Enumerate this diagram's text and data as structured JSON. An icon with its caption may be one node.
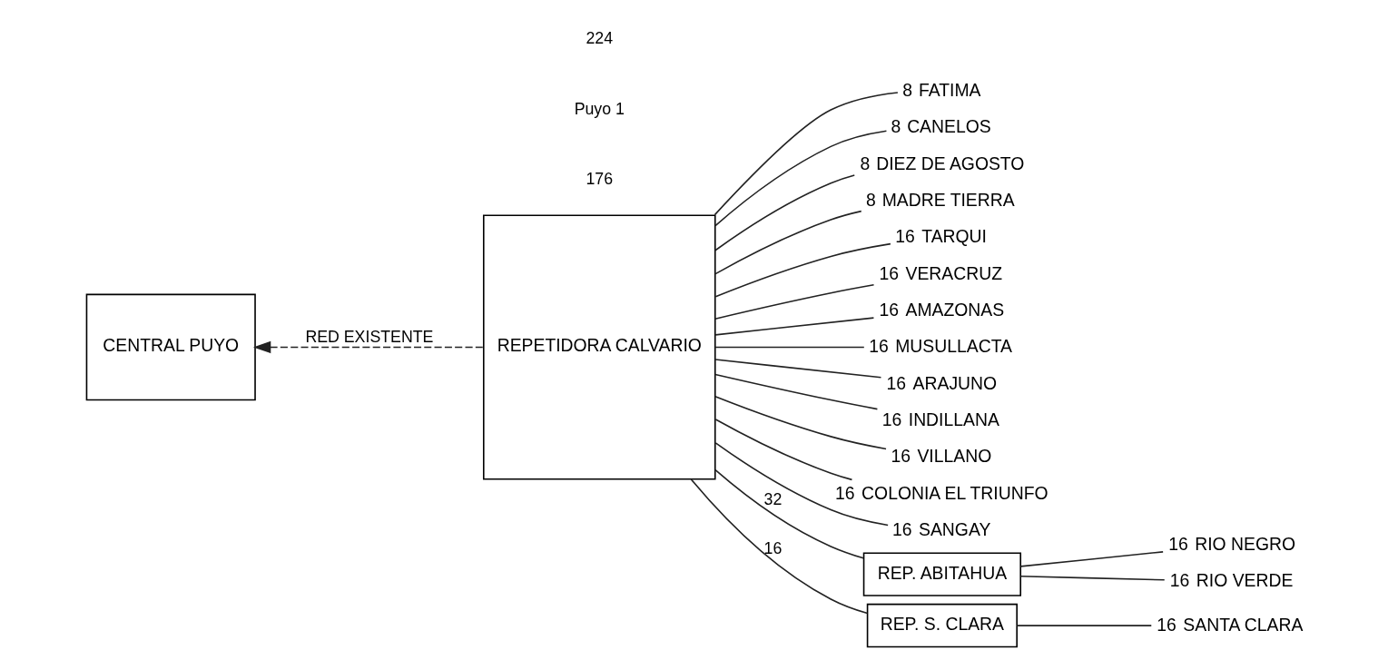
{
  "diagram": {
    "nodes": [
      {
        "text": [
          "CENTRAL PUYO"
        ]
      },
      {
        "text": [
          "REPETIDORA CALVARIO"
        ]
      },
      {
        "text": [
          "FATIMA"
        ],
        "beside": [
          "8"
        ]
      },
      {
        "text": [
          "CANELOS"
        ],
        "beside": [
          "8"
        ]
      },
      {
        "text": [
          "DIEZ DE AGOSTO"
        ],
        "beside": [
          "8"
        ]
      },
      {
        "text": [
          "MADRE TIERRA"
        ],
        "beside": [
          "8"
        ]
      },
      {
        "text": [
          "TARQUI"
        ],
        "beside": [
          "16"
        ]
      },
      {
        "text": [
          "VERACRUZ"
        ],
        "beside": [
          "16"
        ]
      },
      {
        "text": [
          "AMAZONAS"
        ],
        "beside": [
          "16"
        ]
      },
      {
        "text": [
          "MUSULLACTA"
        ],
        "beside": [
          "16"
        ]
      },
      {
        "text": [
          "ARAJUNO"
        ],
        "beside": [
          "16"
        ]
      },
      {
        "text": [
          "INDILLANA"
        ],
        "beside": [
          "16"
        ]
      },
      {
        "text": [
          "VILLANO"
        ],
        "beside": [
          "16"
        ]
      },
      {
        "text": [
          "COLONIA EL TRIUNFO"
        ],
        "beside": [
          "16"
        ]
      },
      {
        "text": [
          "SANGAY"
        ],
        "beside": [
          "16"
        ]
      },
      {
        "text": [
          "REP. ABITAHUA"
        ]
      },
      {
        "text": [
          "RIO NEGRO"
        ],
        "beside": [
          "16"
        ]
      },
      {
        "text": [
          "RIO VERDE"
        ],
        "beside": [
          "16"
        ]
      },
      {
        "text": [
          "REP. S. CLARA"
        ]
      },
      {
        "text": [
          "SANTA CLARA"
        ],
        "beside": [
          "16"
        ]
      }
    ],
    "edges": [
      {
        "from": 1,
        "to": 0,
        "arrow": "to",
        "label": "RED EXISTENTE",
        "style": "dashed"
      },
      {
        "from": 1,
        "to": 2,
        "arrow": "none"
      },
      {
        "from": 1,
        "to": 3,
        "arrow": "none"
      },
      {
        "from": 1,
        "to": 4,
        "arrow": "none"
      },
      {
        "from": 1,
        "to": 5,
        "arrow": "none"
      },
      {
        "from": 1,
        "to": 6,
        "arrow": "none"
      },
      {
        "from": 1,
        "to": 7,
        "arrow": "none"
      },
      {
        "from": 1,
        "to": 8,
        "arrow": "none"
      },
      {
        "from": 1,
        "to": 9,
        "arrow": "none"
      },
      {
        "from": 1,
        "to": 10,
        "arrow": "none"
      },
      {
        "from": 1,
        "to": 11,
        "arrow": "none"
      },
      {
        "from": 1,
        "to": 12,
        "arrow": "none"
      },
      {
        "from": 1,
        "to": 13,
        "arrow": "none"
      },
      {
        "from": 1,
        "to": 14,
        "arrow": "none"
      },
      {
        "from": 1,
        "to": 15,
        "arrow": "none",
        "label": "32"
      },
      {
        "from": 15,
        "to": 16,
        "arrow": "none"
      },
      {
        "from": 15,
        "to": 17,
        "arrow": "none"
      },
      {
        "from": 1,
        "to": 18,
        "arrow": "none",
        "label": "16"
      },
      {
        "from": 18,
        "to": 19,
        "arrow": "none"
      }
    ],
    "labels": [
      "224",
      "Puyo 1",
      "176"
    ]
  }
}
